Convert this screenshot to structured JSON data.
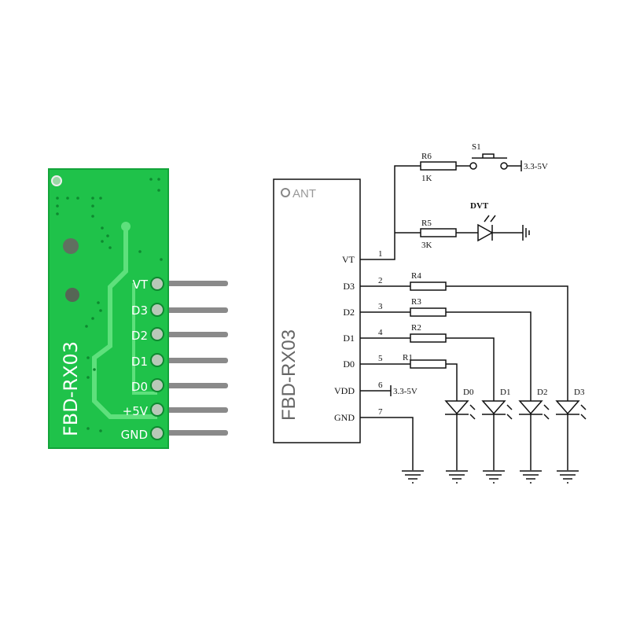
{
  "module": {
    "name": "FBD-RX03",
    "board_color": "#1fc24a",
    "pins": [
      "VT",
      "D3",
      "D2",
      "D1",
      "D0",
      "+5V",
      "GND"
    ]
  },
  "schematic": {
    "chip_label": "FBD-RX03",
    "antenna_label": "ANT",
    "chip_pins": [
      {
        "name": "VT",
        "number": "1"
      },
      {
        "name": "D3",
        "number": "2"
      },
      {
        "name": "D2",
        "number": "3"
      },
      {
        "name": "D1",
        "number": "4"
      },
      {
        "name": "D0",
        "number": "5"
      },
      {
        "name": "VDD",
        "number": "6"
      },
      {
        "name": "GND",
        "number": "7"
      }
    ],
    "vdd_supply": "3.3-5V",
    "vt_branch": {
      "r6": {
        "label": "R6",
        "value": "1K"
      },
      "switch": "S1",
      "supply": "3.3-5V",
      "r5": {
        "label": "R5",
        "value": "3K"
      },
      "led": "DVT"
    },
    "data_resistors": [
      "R4",
      "R3",
      "R2",
      "R1"
    ],
    "leds": [
      "D0",
      "D1",
      "D2",
      "D3"
    ]
  }
}
